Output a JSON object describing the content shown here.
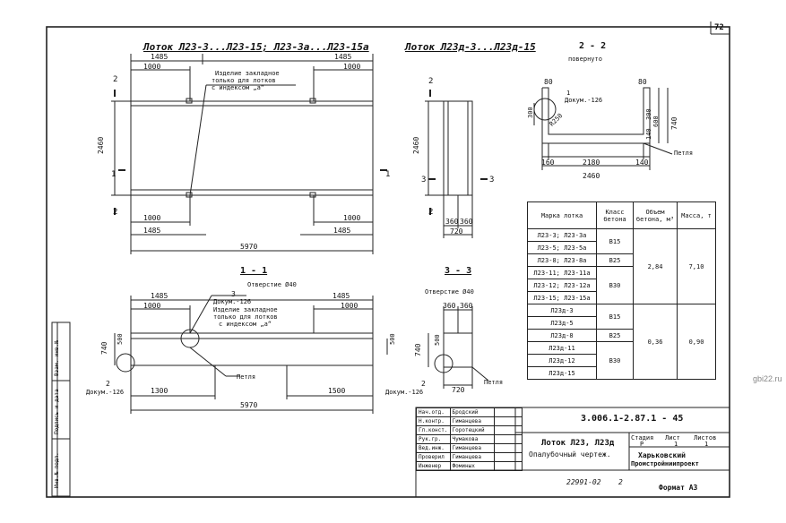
{
  "sheet_number": "72",
  "view_top_left": {
    "title": "Лоток Л23-3...Л23-15; Л23-3а...Л23-15а",
    "dims": {
      "d1485_left": "1485",
      "d1000_left": "1000",
      "d1485_right": "1485",
      "d1000_right": "1000",
      "height": "2460",
      "bottom_1000_left": "1000",
      "bottom_1000_right": "1000",
      "bottom_1485_left": "1485",
      "bottom_1485_right": "1485",
      "total": "5970"
    },
    "note": [
      "Изделие закладное",
      "только для лотков",
      "с индексом „а“"
    ],
    "section_marks": {
      "s2_top": "2",
      "s2_bottom": "2",
      "s1_left": "1",
      "s1_right": "1"
    }
  },
  "view_top_mid": {
    "title": "Лоток Л23д-3...Л23д-15",
    "dims": {
      "height": "2460",
      "w360a": "360",
      "w360b": "360",
      "w720": "720"
    },
    "section_marks": {
      "s2_top": "2",
      "s2_bottom": "2",
      "s3_left": "3",
      "s3_right": "3"
    }
  },
  "section_22": {
    "title": "2 - 2",
    "subtitle": "повернуто",
    "dims": {
      "d80a": "80",
      "d80b": "80",
      "d300": "300",
      "d300b": "300",
      "d140": "140",
      "d600": "600",
      "d740": "740",
      "d160": "160",
      "d2180": "2180",
      "d140b": "140",
      "d2460": "2460",
      "r250": "R250"
    },
    "labels": {
      "dokum": "Докум.-126",
      "loop": "Петля",
      "one": "1"
    }
  },
  "section_11": {
    "title": "1 - 1",
    "dims": {
      "d1485a": "1485",
      "d1000a": "1000",
      "d1485b": "1485",
      "d1000b": "1000",
      "d740": "740",
      "d500": "500",
      "d500b": "500",
      "d1300": "1300",
      "d1500": "1500",
      "total": "5970"
    },
    "labels": {
      "hole": "Отверстие Ø40",
      "three": "3",
      "dokum_top": "Докум.-126",
      "note1": "Изделие закладное",
      "note2": "только для лотков",
      "note3": "с индексом „а“",
      "loop": "Петля",
      "two": "2",
      "dokum_bottom": "Докум.-126"
    }
  },
  "section_33": {
    "title": "3 - 3",
    "dims": {
      "d360a": "360",
      "d360b": "360",
      "d740": "740",
      "d500": "500",
      "d720": "720"
    },
    "labels": {
      "hole": "Отверстие Ø40",
      "two": "2",
      "dokum": "Докум.-126",
      "loop": "Петля"
    }
  },
  "spec_table": {
    "headers": [
      "Марка лотка",
      "Класс бетона",
      "Объем бетона, м³",
      "Масса, т"
    ],
    "rows": [
      {
        "mark": "Л23-3; Л23-3а"
      },
      {
        "mark": "Л23-5; Л23-5а"
      },
      {
        "mark": "Л23-8; Л23-8а"
      },
      {
        "mark": "Л23-11; Л23-11а"
      },
      {
        "mark": "Л23-12; Л23-12а"
      },
      {
        "mark": "Л23-15; Л23-15а"
      },
      {
        "mark": "Л23д-3"
      },
      {
        "mark": "Л23д-5"
      },
      {
        "mark": "Л23д-8"
      },
      {
        "mark": "Л23д-11"
      },
      {
        "mark": "Л23д-12"
      },
      {
        "mark": "Л23д-15"
      }
    ],
    "groups": {
      "g1_classes": [
        "B15",
        "B25",
        "B30"
      ],
      "g1_volume": "2,84",
      "g1_mass": "7,10",
      "g2_classes": [
        "B15",
        "B25",
        "B30"
      ],
      "g2_volume": "0,36",
      "g2_mass": "0,90"
    }
  },
  "title_block": {
    "doc_code": "3.006.1-2.87.1 - 45",
    "name1": "Лоток Л23, Л23д",
    "name2": "Опалубочный чертеж.",
    "stage_hdr": "Стадия",
    "sheet_hdr": "Лист",
    "sheets_hdr": "Листов",
    "stage": "Р",
    "sheet": "1",
    "sheets": "1",
    "org1": "Харьковский",
    "org2": "Промстройниипроект",
    "people": [
      {
        "role": "Нач.отд.",
        "name": "Бродский"
      },
      {
        "role": "Н.контр.",
        "name": "Гиманцева"
      },
      {
        "role": "Гл.конст.",
        "name": "Горотецкий"
      },
      {
        "role": "Рук.гр.",
        "name": "Чумакова"
      },
      {
        "role": "Вед.инж.",
        "name": "Гиманцева"
      },
      {
        "role": "Проверил",
        "name": "Гиманцева"
      },
      {
        "role": "Инженер",
        "name": "Фоминых"
      }
    ]
  },
  "footer": {
    "inv": "22991-02",
    "page": "2",
    "format": "Формат А3"
  },
  "left_stamp": [
    "Инв.№ подл.",
    "Подпись и дата",
    "Взам. инв.№"
  ],
  "watermark": "gbi22.ru"
}
